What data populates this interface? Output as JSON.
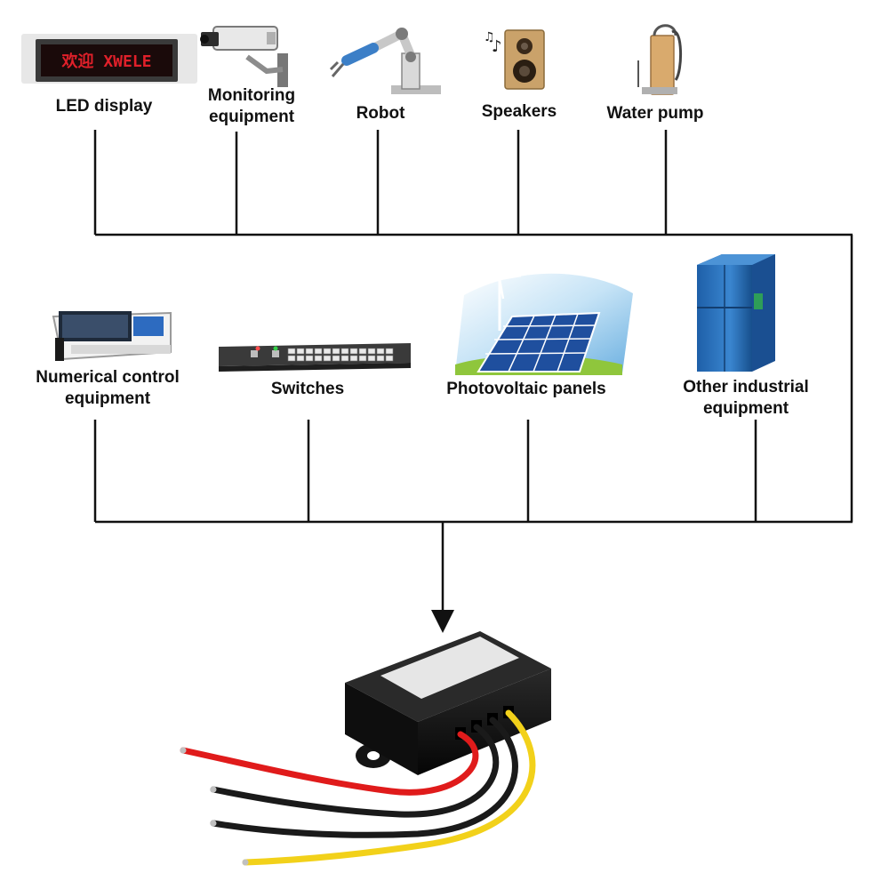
{
  "devices_top": [
    {
      "id": "led",
      "lines": [
        "LED display"
      ],
      "icon": "led-display-icon",
      "led_text": "欢迎 XWELE"
    },
    {
      "id": "monitoring",
      "lines": [
        "Monitoring",
        "equipment"
      ],
      "icon": "security-camera-icon"
    },
    {
      "id": "robot",
      "lines": [
        "Robot"
      ],
      "icon": "robot-arm-icon"
    },
    {
      "id": "speakers",
      "lines": [
        "Speakers"
      ],
      "icon": "speaker-icon"
    },
    {
      "id": "pump",
      "lines": [
        "Water pump"
      ],
      "icon": "water-pump-icon"
    }
  ],
  "devices_middle": [
    {
      "id": "cnc",
      "lines": [
        "Numerical control",
        "equipment"
      ],
      "icon": "cnc-machine-icon"
    },
    {
      "id": "switches",
      "lines": [
        "Switches"
      ],
      "icon": "network-switch-icon"
    },
    {
      "id": "pv",
      "lines": [
        "Photovoltaic panels"
      ],
      "icon": "solar-panel-icon"
    },
    {
      "id": "industrial",
      "lines": [
        "Other industrial",
        "equipment"
      ],
      "icon": "industrial-cabinet-icon"
    }
  ],
  "converter": {
    "icon": "dc-converter-module-icon",
    "wire_colors": [
      "#e01b1b",
      "#1a1a1a",
      "#1a1a1a",
      "#f2d11a"
    ]
  },
  "colors": {
    "line": "#111111",
    "text": "#111111"
  }
}
